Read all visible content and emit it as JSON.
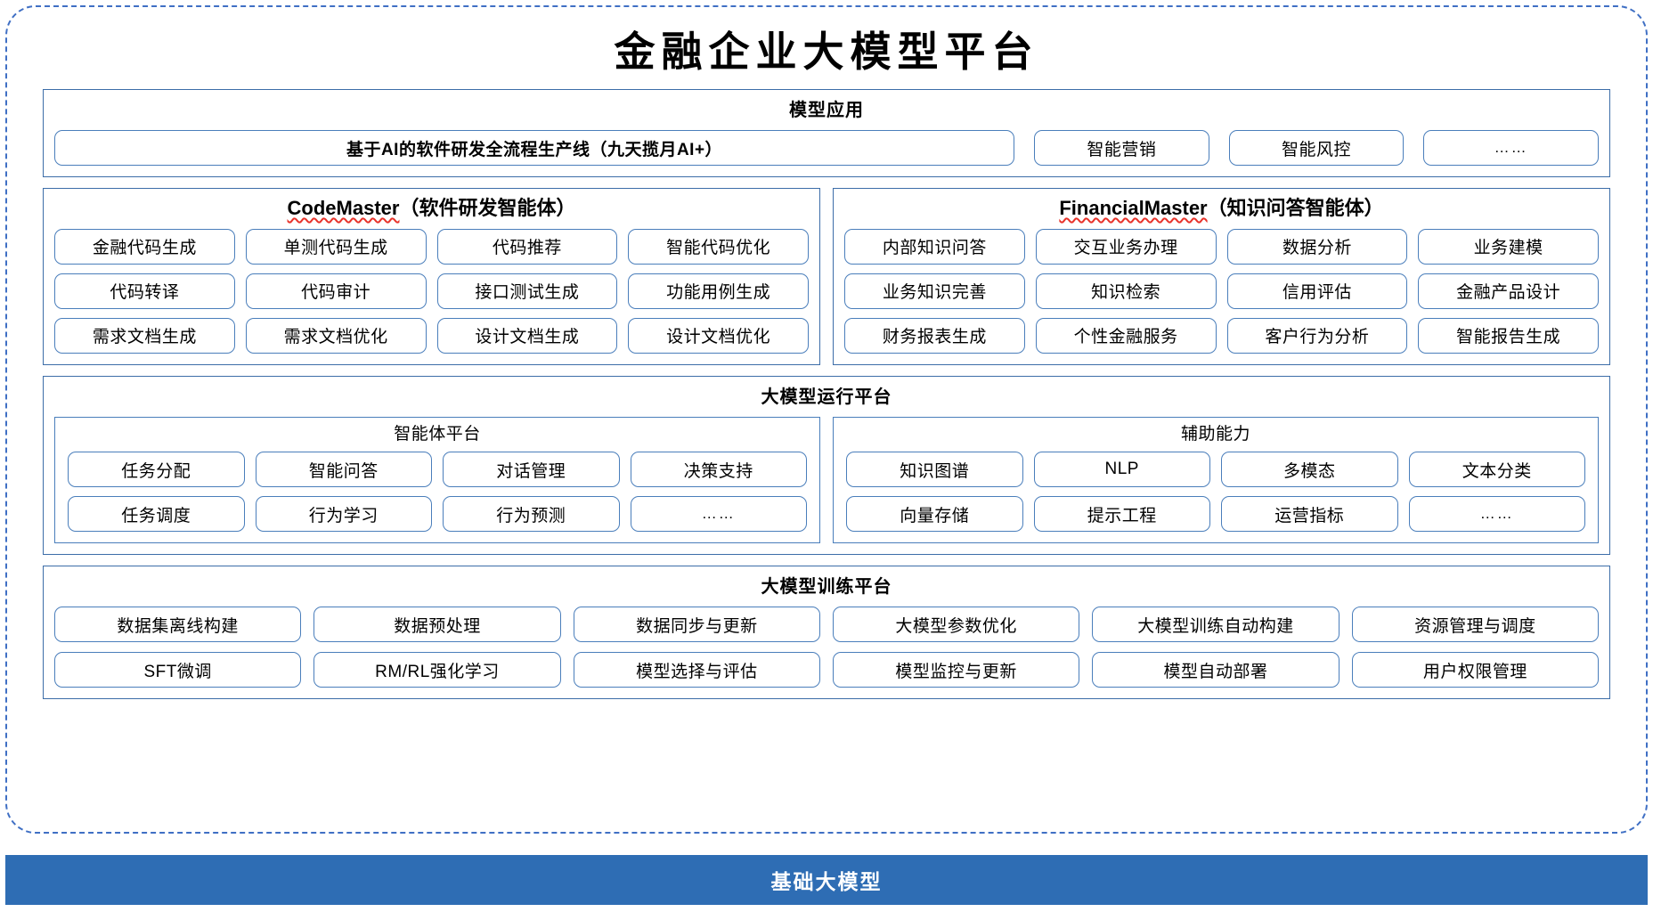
{
  "page": {
    "title": "金融企业大模型平台"
  },
  "model_application": {
    "title": "模型应用",
    "banner": "基于AI的软件研发全流程生产线（九天揽月AI+）",
    "items": [
      "智能营销",
      "智能风控",
      "……"
    ]
  },
  "agents": [
    {
      "name_en": "CodeMaster",
      "name_cn": "（软件研发智能体）",
      "items": [
        "金融代码生成",
        "单测代码生成",
        "代码推荐",
        "智能代码优化",
        "代码转译",
        "代码审计",
        "接口测试生成",
        "功能用例生成",
        "需求文档生成",
        "需求文档优化",
        "设计文档生成",
        "设计文档优化"
      ]
    },
    {
      "name_en": "FinancialMaster",
      "name_cn": "（知识问答智能体）",
      "items": [
        "内部知识问答",
        "交互业务办理",
        "数据分析",
        "业务建模",
        "业务知识完善",
        "知识检索",
        "信用评估",
        "金融产品设计",
        "财务报表生成",
        "个性金融服务",
        "客户行为分析",
        "智能报告生成"
      ]
    }
  ],
  "runtime_platform": {
    "title": "大模型运行平台",
    "columns": [
      {
        "title": "智能体平台",
        "items": [
          "任务分配",
          "智能问答",
          "对话管理",
          "决策支持",
          "任务调度",
          "行为学习",
          "行为预测",
          "……"
        ]
      },
      {
        "title": "辅助能力",
        "items": [
          "知识图谱",
          "NLP",
          "多模态",
          "文本分类",
          "向量存储",
          "提示工程",
          "运营指标",
          "……"
        ]
      }
    ]
  },
  "training_platform": {
    "title": "大模型训练平台",
    "items": [
      "数据集离线构建",
      "数据预处理",
      "数据同步与更新",
      "大模型参数优化",
      "大模型训练自动构建",
      "资源管理与调度",
      "SFT微调",
      "RM/RL强化学习",
      "模型选择与评估",
      "模型监控与更新",
      "模型自动部署",
      "用户权限管理"
    ]
  },
  "base_model": {
    "label": "基础大模型"
  },
  "colors": {
    "frame_dash": "#3F6FC4",
    "panel_border": "#3C6DA8",
    "pill_border": "#4A7EBB",
    "base_bar": "#2E6DB4",
    "spellcheck": "#E8332A"
  }
}
